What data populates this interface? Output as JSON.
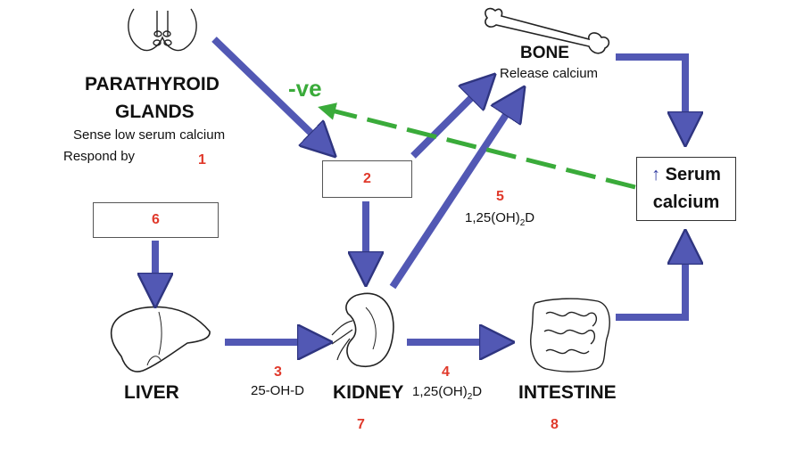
{
  "colors": {
    "arrow": "#5258b4",
    "arrow_stroke": "#2f3580",
    "feedback": "#3aab3a",
    "number": "#e0392b"
  },
  "icons": [
    "parathyroid-glands-icon",
    "bone-icon",
    "liver-icon",
    "kidney-icon",
    "intestine-icon"
  ],
  "labels": {
    "parathyroid_line1": "PARATHYROID",
    "parathyroid_line2": "GLANDS",
    "sense": "Sense low serum calcium",
    "respond": "Respond by",
    "bone": "BONE",
    "bone_release": "Release calcium",
    "liver": "LIVER",
    "kidney": "KIDNEY",
    "intestine": "INTESTINE",
    "serum_arrow": "↑",
    "serum_line1": "Serum",
    "serum_line2": "calcium",
    "negative_feedback": "-ve",
    "metabolite_25": "25-OH-D",
    "metabolite_125_prefix": "1,25(OH)",
    "metabolite_125_sub": "2",
    "metabolite_125_suffix": "D"
  },
  "numbers": {
    "n1": "1",
    "n2": "2",
    "n3": "3",
    "n4": "4",
    "n5": "5",
    "n6": "6",
    "n7": "7",
    "n8": "8"
  }
}
